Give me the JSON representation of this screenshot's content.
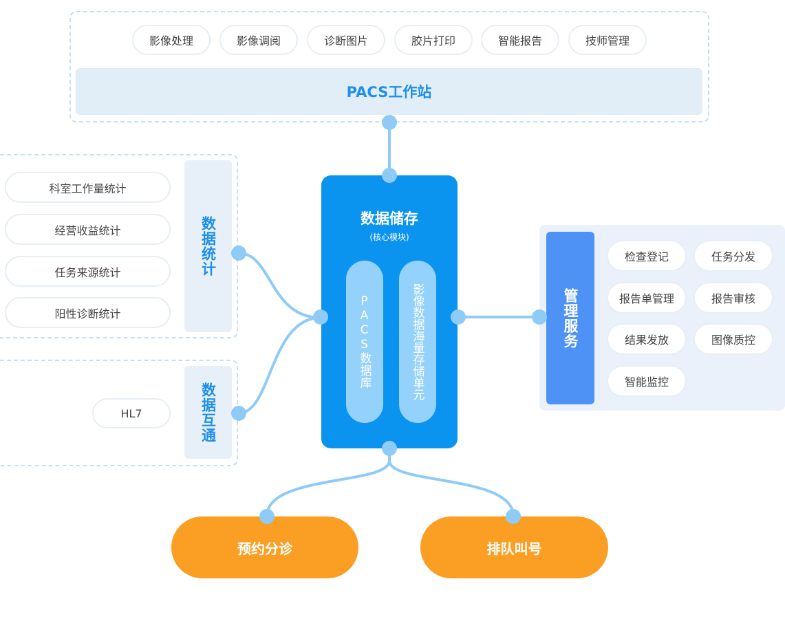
{
  "workstation": {
    "title": "PACS工作站",
    "modules": [
      "影像处理",
      "影像调阅",
      "诊断图片",
      "胶片打印",
      "智能报告",
      "技师管理"
    ]
  },
  "core": {
    "title": "数据储存",
    "subtitle": "(核心模块)",
    "columns": [
      "PACS数据库",
      "影像数据海量存储单元"
    ]
  },
  "statistics": {
    "label": "数据统计",
    "items": [
      "科室工作量统计",
      "经营收益统计",
      "任务来源统计",
      "阳性诊断统计"
    ]
  },
  "interop": {
    "label": "数据互通",
    "items": [
      "HL7"
    ]
  },
  "management": {
    "label": "管理服务",
    "items": [
      "检查登记",
      "任务分发",
      "报告单管理",
      "报告审核",
      "结果发放",
      "图像质控",
      "智能监控"
    ]
  },
  "bottom": {
    "left": "预约分诊",
    "right": "排队叫号"
  },
  "colors": {
    "core_blue": "#0a94f0",
    "management_blue": "#4f92f5",
    "orange": "#fb9f24",
    "connector": "#8ecbf6"
  }
}
